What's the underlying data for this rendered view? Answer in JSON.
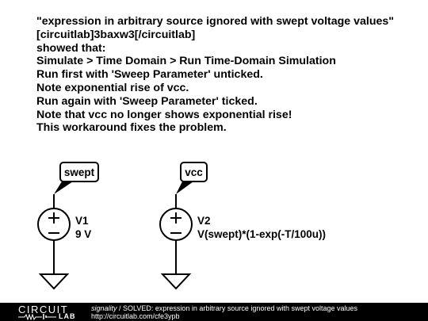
{
  "note": {
    "lines": [
      "\"expression in arbitrary source ignored with swept voltage values\"",
      "[circuitlab]3baxw3[/circuitlab]",
      "showed that:",
      "Simulate > Time Domain > Run Time-Domain Simulation",
      "Run first with 'Sweep Parameter' unticked.",
      "Note exponential rise of vcc.",
      "Run again with 'Sweep Parameter' ticked.",
      "Note that vcc no longer shows exponential rise!",
      "This workaround fixes the problem."
    ]
  },
  "schematic": {
    "source1": {
      "net_label": "swept",
      "name": "V1",
      "value": "9 V"
    },
    "source2": {
      "net_label": "vcc",
      "name": "V2",
      "value": "V(swept)*(1-exp(-T/100u))"
    }
  },
  "footer": {
    "logo_top": "CIRCUIT",
    "logo_bottom": "LAB",
    "author": "signality",
    "separator": " / ",
    "title": "SOLVED: expression in arbitrary source ignored with swept voltage values",
    "url": "http://circuitlab.com/cfe3ypb"
  }
}
